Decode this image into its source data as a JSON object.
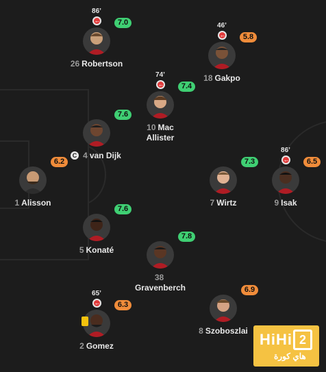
{
  "colors": {
    "green": "#3fcf73",
    "orange": "#f08c3a",
    "sub_red": "#e23b3b",
    "card_yellow": "#f4c20d",
    "logo": "#f5c242"
  },
  "players": [
    {
      "id": "robertson",
      "number": "26",
      "name": "Robertson",
      "rating": "7.0",
      "rating_color": "#3fcf73",
      "sub_minute": "86’"
    },
    {
      "id": "gakpo",
      "number": "18",
      "name": "Gakpo",
      "rating": "5.8",
      "rating_color": "#f08c3a",
      "sub_minute": "46’"
    },
    {
      "id": "mac-allister",
      "number": "10",
      "name": "Mac",
      "name2": "Allister",
      "rating": "7.4",
      "rating_color": "#3fcf73",
      "sub_minute": "74’"
    },
    {
      "id": "van-dijk",
      "number": "4",
      "name": "van Dijk",
      "rating": "7.6",
      "rating_color": "#3fcf73",
      "captain": "C"
    },
    {
      "id": "alisson",
      "number": "1",
      "name": "Alisson",
      "rating": "6.2",
      "rating_color": "#f08c3a"
    },
    {
      "id": "wirtz",
      "number": "7",
      "name": "Wirtz",
      "rating": "7.3",
      "rating_color": "#3fcf73"
    },
    {
      "id": "isak",
      "number": "9",
      "name": "Isak",
      "rating": "6.5",
      "rating_color": "#f08c3a",
      "sub_minute": "86’"
    },
    {
      "id": "konate",
      "number": "5",
      "name": "Konaté",
      "rating": "7.6",
      "rating_color": "#3fcf73"
    },
    {
      "id": "gravenberch",
      "number": "38",
      "name": "Gravenberch",
      "rating": "7.8",
      "rating_color": "#3fcf73"
    },
    {
      "id": "szoboszlai",
      "number": "8",
      "name": "Szoboszlai",
      "rating": "6.9",
      "rating_color": "#f08c3a"
    },
    {
      "id": "gomez",
      "number": "2",
      "name": "Gomez",
      "rating": "6.3",
      "rating_color": "#f08c3a",
      "sub_minute": "65’",
      "yellow_card": true
    }
  ],
  "logo": {
    "text": "HiHi",
    "digit": "2",
    "subtitle": "هاي كورة"
  }
}
